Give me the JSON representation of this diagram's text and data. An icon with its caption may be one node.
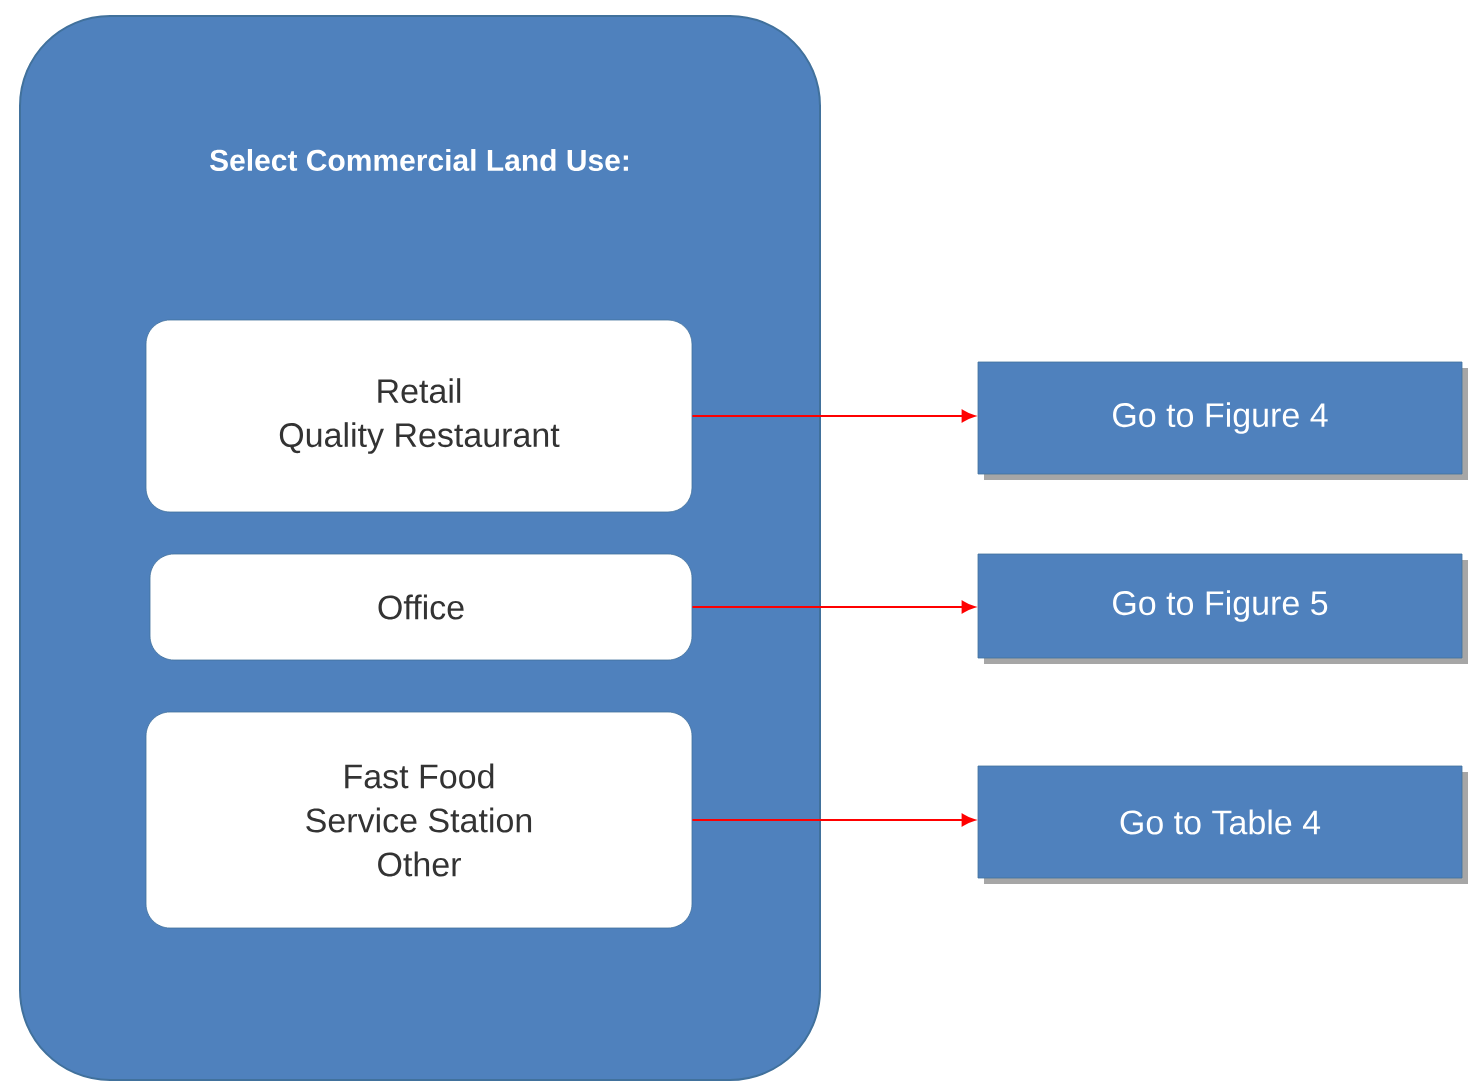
{
  "diagram": {
    "nodes": [
      {
        "text": [
          "Select Commercial Land Use:"
        ]
      },
      {
        "text": [
          "Retail",
          "Quality Restaurant"
        ],
        "in": 0
      },
      {
        "text": [
          "Office"
        ],
        "in": 0
      },
      {
        "text": [
          "Fast Food",
          "Service Station",
          "Other"
        ],
        "in": 0
      },
      {
        "text": [
          "Go to Figure 4"
        ]
      },
      {
        "text": [
          "Go to Figure 5"
        ]
      },
      {
        "text": [
          "Go to Table 4"
        ]
      }
    ],
    "edges": [
      {
        "from": 1,
        "to": 4,
        "arrow": "to"
      },
      {
        "from": 2,
        "to": 5,
        "arrow": "to"
      },
      {
        "from": 3,
        "to": 6,
        "arrow": "to"
      }
    ]
  }
}
